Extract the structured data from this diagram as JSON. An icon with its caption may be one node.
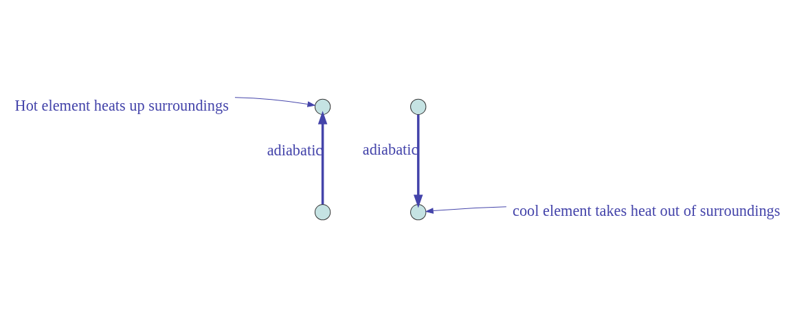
{
  "diagram": {
    "nodes": [
      {
        "text": [
          "Hot element heats up surroundings"
        ]
      },
      {
        "text": [],
        "shape": "circle"
      },
      {
        "text": [],
        "shape": "circle"
      },
      {
        "text": [],
        "shape": "circle"
      },
      {
        "text": [],
        "shape": "circle"
      },
      {
        "text": [
          "cool element takes heat out of surroundings"
        ]
      }
    ],
    "edges": [
      {
        "from": 0,
        "to": 1,
        "arrow": "to"
      },
      {
        "from": 3,
        "to": 1,
        "arrow": "to",
        "label": "adiabatic",
        "style": "thick"
      },
      {
        "from": 2,
        "to": 4,
        "arrow": "to",
        "label": "adiabatic",
        "style": "thick"
      },
      {
        "from": 5,
        "to": 4,
        "arrow": "to"
      }
    ]
  }
}
